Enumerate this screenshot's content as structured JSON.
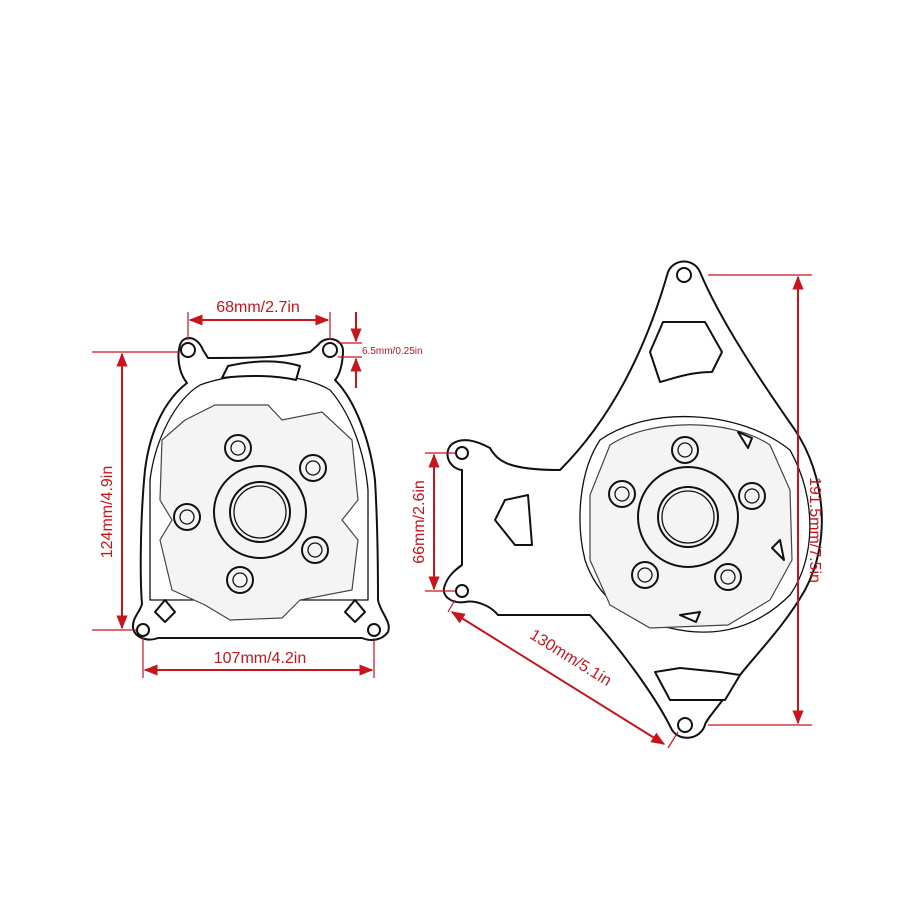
{
  "colors": {
    "dimension": "#c8141c",
    "outline": "#111111",
    "background": "#ffffff"
  },
  "left_part": {
    "dimensions": {
      "top_width": "68mm/2.7in",
      "hole_diameter": "6.5mm/0.25in",
      "height": "124mm/4.9in",
      "bottom_width": "107mm/4.2in"
    }
  },
  "right_part": {
    "dimensions": {
      "mount_height": "66mm/2.6in",
      "diagonal": "130mm/5.1in",
      "height": "191.5mm/7.5in"
    }
  }
}
